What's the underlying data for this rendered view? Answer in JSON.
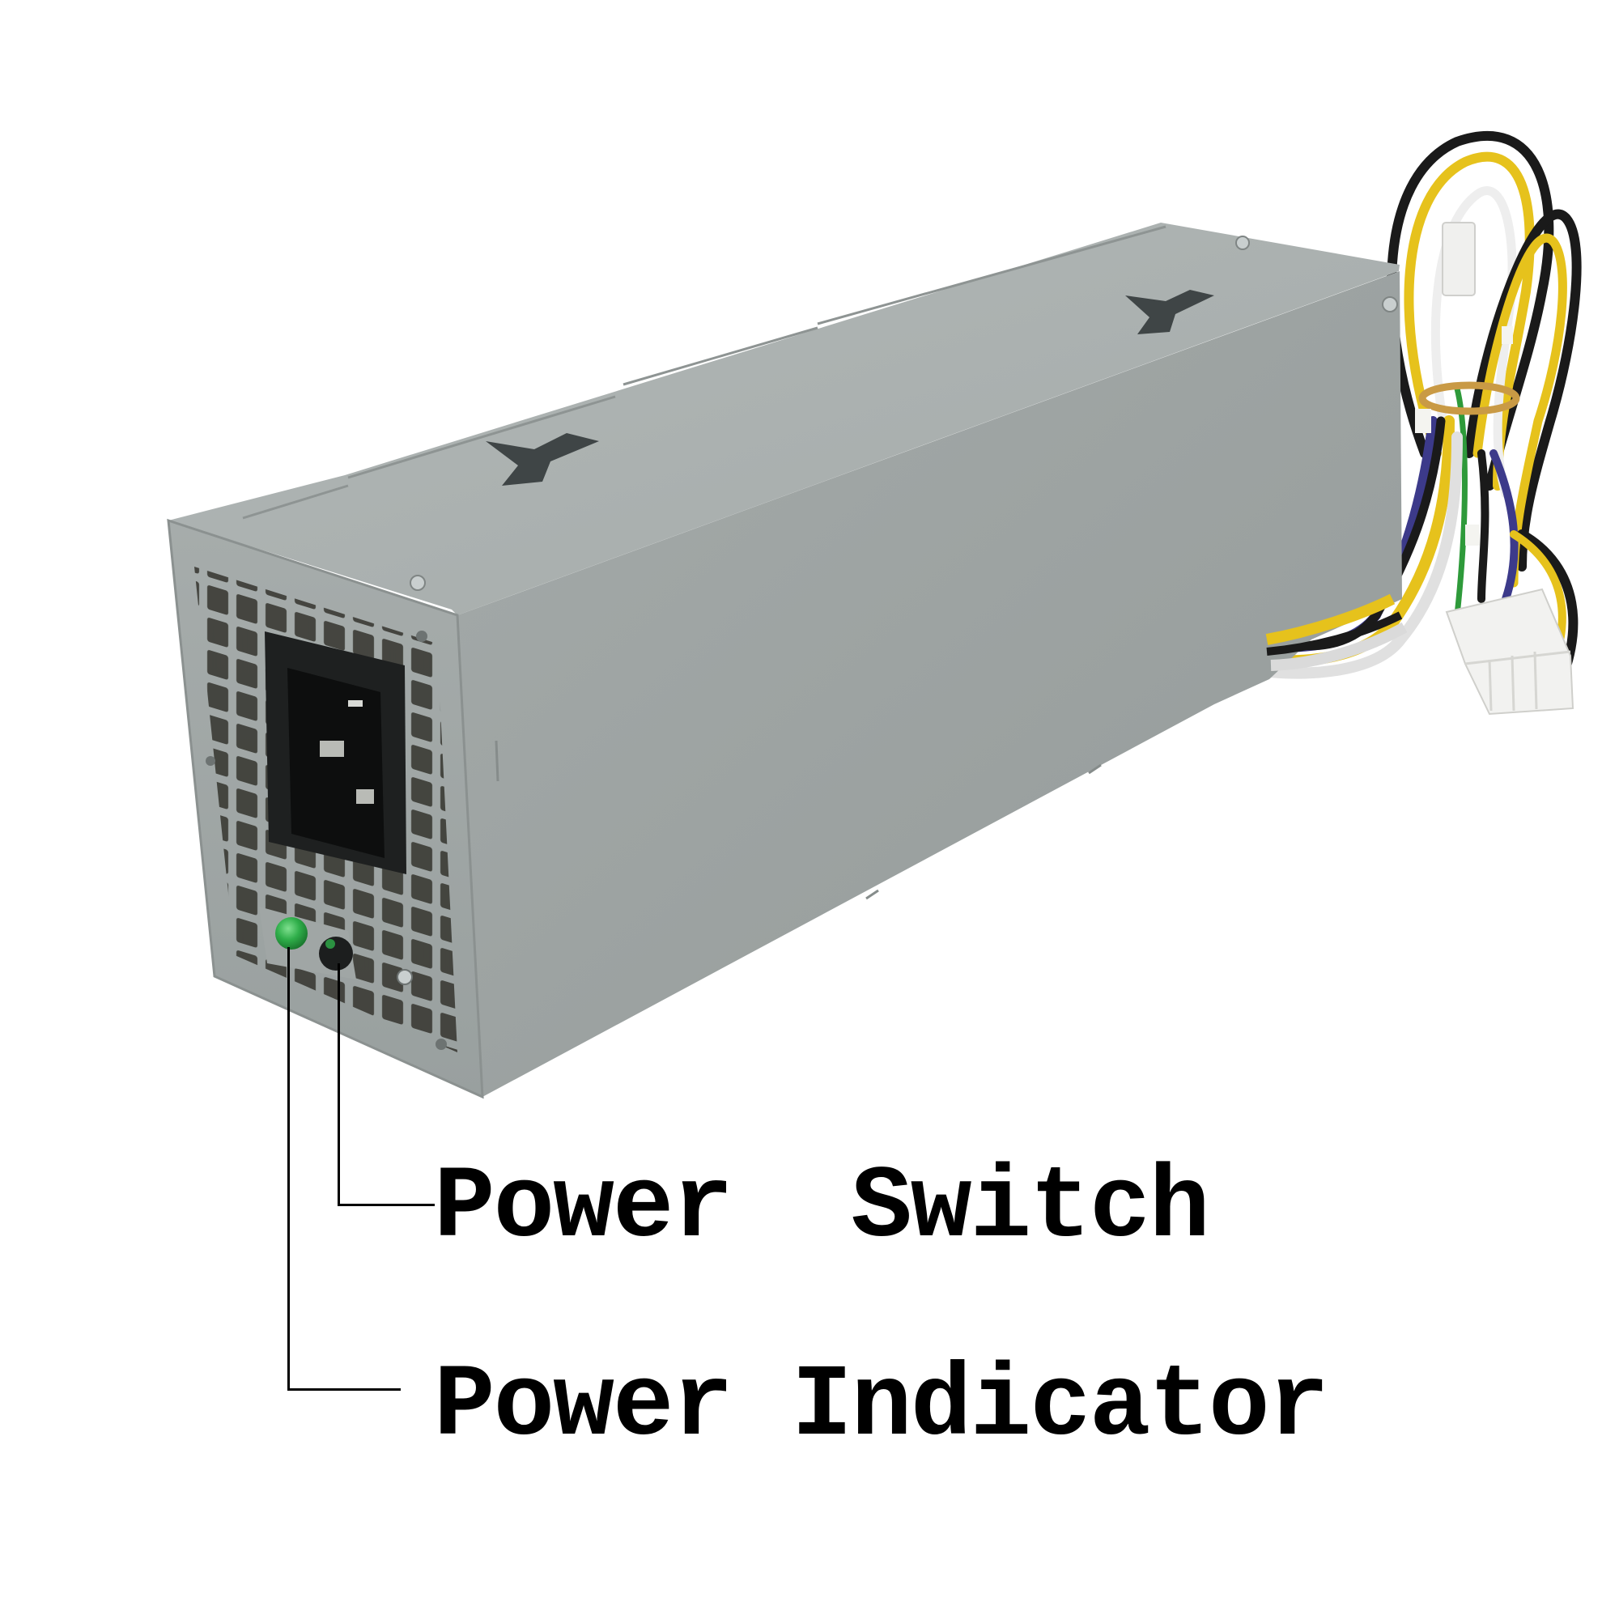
{
  "image": {
    "subject": "power-supply-unit",
    "description": "Gray SFF desktop power supply with AC inlet, green power indicator LED, power switch, and wire bundle with white connector"
  },
  "callouts": [
    {
      "id": "switch",
      "label": "Power  Switch",
      "target": "power-switch"
    },
    {
      "id": "indicator",
      "label": "Power Indicator",
      "target": "power-indicator-led"
    }
  ],
  "colors": {
    "background": "#ffffff",
    "casing_front": "#a2a8a7",
    "casing_side": "#9da3a2",
    "casing_top": "#aab0af",
    "led_green": "#2fae4a",
    "switch_black": "#1c1e1e",
    "socket_black": "#1e2020",
    "label_text": "#000000",
    "wire_yellow": "#e6c21c",
    "wire_black": "#1a1a1a",
    "wire_white": "#eeeeee",
    "wire_purple": "#3c3a8a",
    "wire_green": "#2e9a3a",
    "connector_white": "#f2f2f0",
    "rubber_band": "#c99a45"
  }
}
